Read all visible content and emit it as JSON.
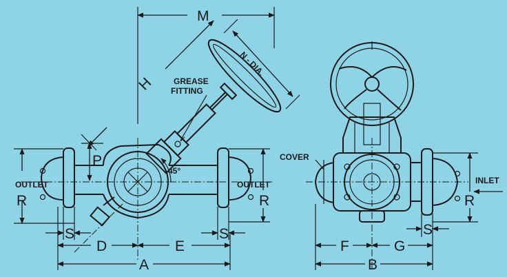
{
  "labels": {
    "M": "M",
    "N": "N - DIA.",
    "H": "H",
    "grease_1": "GREASE",
    "grease_2": "FITTING",
    "P": "P",
    "angle": "45°",
    "outlet_left": "OUTLET",
    "outlet_right": "OUTLET",
    "R_left": "R",
    "R_mid": "R",
    "R_right": "R",
    "S_left": "S",
    "S_mid": "S",
    "S_right": "S",
    "D": "D",
    "E": "E",
    "A": "A",
    "cover": "COVER",
    "inlet": "INLET",
    "F": "F",
    "G": "G",
    "B": "B"
  }
}
